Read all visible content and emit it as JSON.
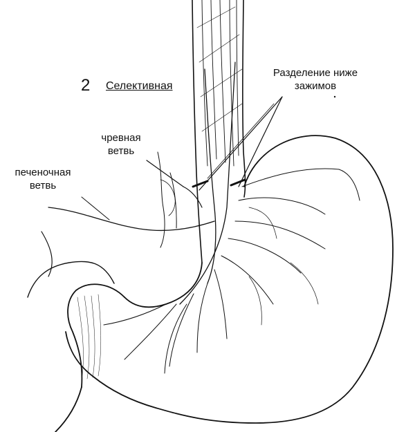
{
  "figure": {
    "number": "2",
    "caption": "Селективная"
  },
  "labels": {
    "split_below_clamps": [
      "Разделение ниже",
      "зажимов"
    ],
    "celiac_branch": [
      "чревная",
      "ветвь"
    ],
    "hepatic_branch": [
      "печеночная",
      "ветвь"
    ]
  },
  "colors": {
    "line": "#111111",
    "background": "#ffffff"
  }
}
